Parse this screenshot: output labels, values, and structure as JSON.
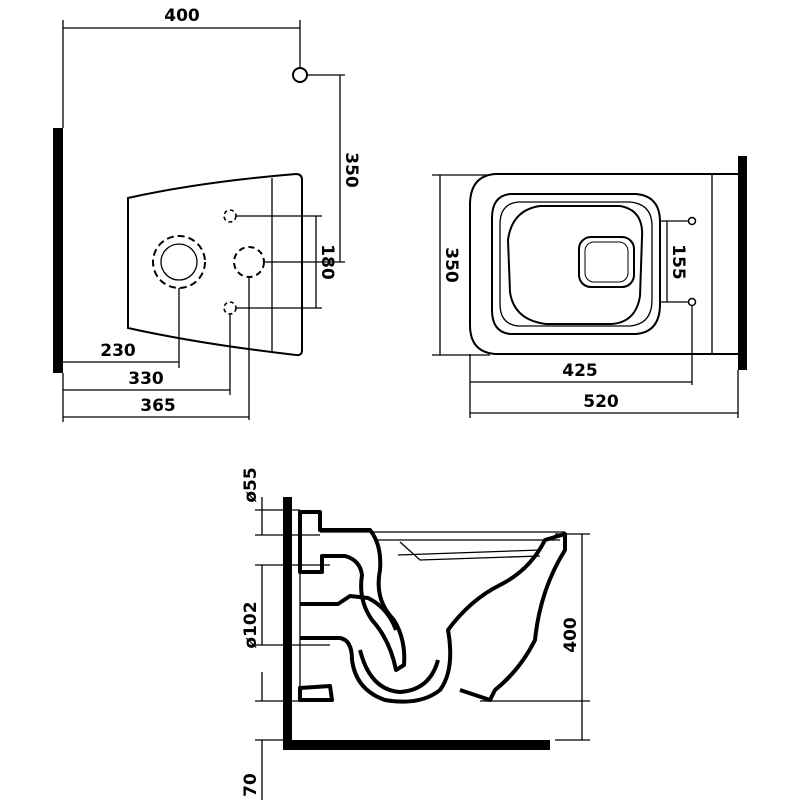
{
  "front_view": {
    "dim_width_top": "400",
    "dim_height_right": "350",
    "dim_hole_spacing": "180",
    "dim_outlet_center": "230",
    "dim_hole_330": "330",
    "dim_hole_365": "365"
  },
  "top_view": {
    "dim_depth_left": "350",
    "dim_hole_spacing": "155",
    "dim_holes_to_wall": "425",
    "dim_total_length": "520"
  },
  "side_view": {
    "dim_inlet_dia": "ø55",
    "dim_outlet_dia": "ø102",
    "dim_height": "400",
    "dim_bottom_offset": "70"
  },
  "colors": {
    "line": "#000000",
    "background": "#ffffff"
  }
}
